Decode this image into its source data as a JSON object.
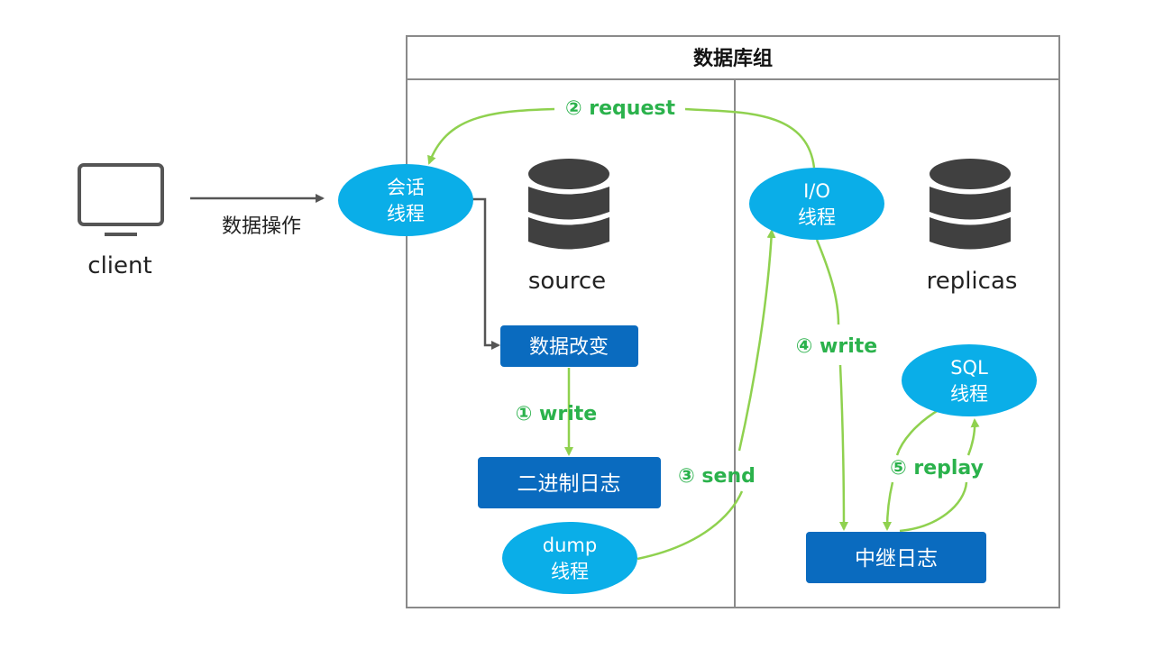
{
  "group": {
    "title": "数据库组"
  },
  "client": {
    "label": "client",
    "action_label": "数据操作"
  },
  "source": {
    "label": "source",
    "session_thread": [
      "会话",
      "线程"
    ],
    "data_change": "数据改变",
    "binlog": "二进制日志",
    "dump_thread": [
      "dump",
      "线程"
    ]
  },
  "replicas": {
    "label": "replicas",
    "io_thread": [
      "I/O",
      "线程"
    ],
    "sql_thread": [
      "SQL",
      "线程"
    ],
    "relay_log": "中继日志"
  },
  "steps": {
    "write1": "① write",
    "request2": "② request",
    "send3": "③ send",
    "write4": "④ write",
    "replay5": "⑤ replay"
  },
  "colors": {
    "thread_fill": "#0aaee8",
    "box_fill": "#0a6bbf",
    "step_green": "#2bb24c",
    "arrow_green": "#8fd14f",
    "db_gray": "#404040",
    "frame_gray": "#8a8a8a",
    "arrow_gray": "#555555"
  }
}
